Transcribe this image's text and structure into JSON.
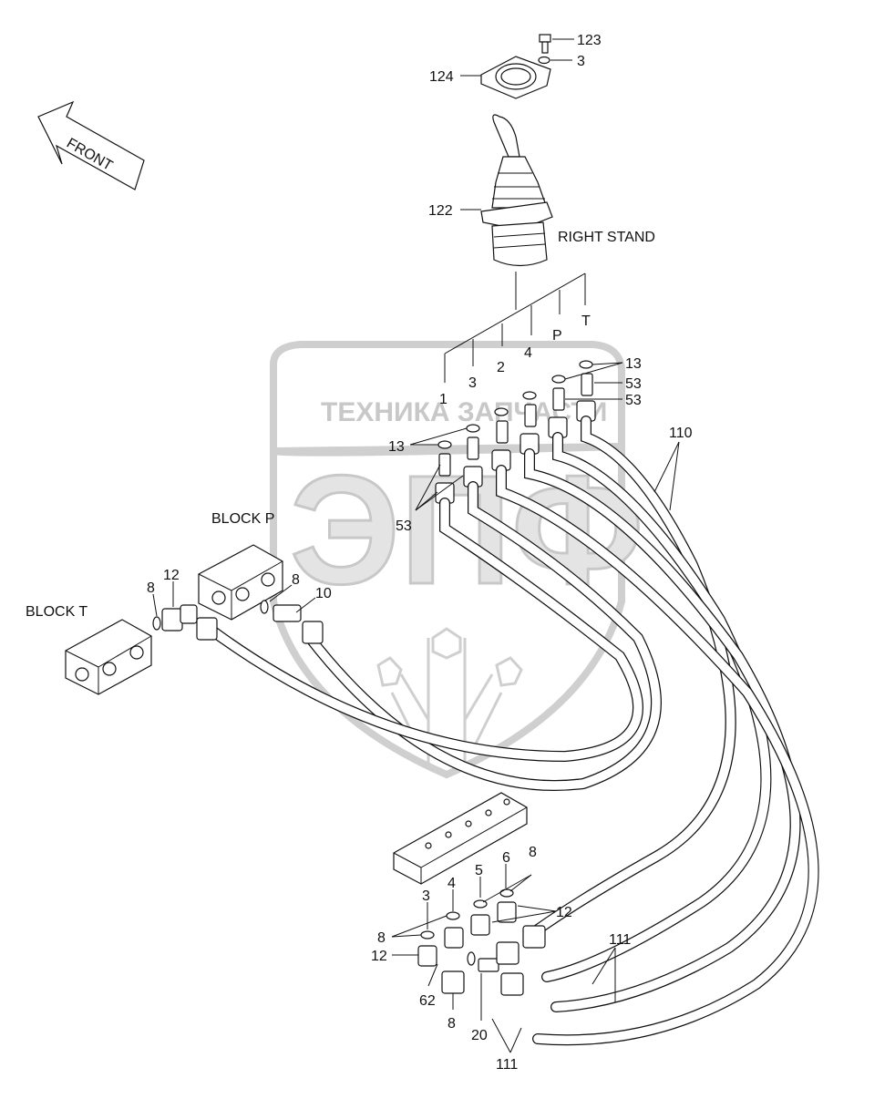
{
  "watermark": {
    "text": "ТЕХНИКА ЗАПЧАСТИ",
    "logo": "ЭПФ"
  },
  "front_arrow": {
    "text": "FRONT"
  },
  "stand_label": "RIGHT STAND",
  "block_p_label": "BLOCK P",
  "block_t_label": "BLOCK T",
  "port_labels": {
    "p1": "1",
    "p2": "2",
    "p3": "3",
    "p4": "4",
    "pP": "P",
    "pT": "T"
  },
  "port_labels_top": {
    "p3": "3",
    "p4": "4",
    "pP": "P",
    "pT": "T"
  },
  "callouts": {
    "c123": "123",
    "c3": "3",
    "c124": "124",
    "c122": "122",
    "c13a": "13",
    "c53a": "53",
    "c53b": "53",
    "c13b": "13",
    "c53c": "53",
    "c110": "110",
    "c12a": "12",
    "c8a": "8",
    "c8b": "8",
    "c10": "10",
    "c6": "6",
    "c8c": "8",
    "c5": "5",
    "c4": "4",
    "c3b": "3",
    "c12b": "12",
    "c8d": "8",
    "c12c": "12",
    "c111a": "111",
    "c62": "62",
    "c8e": "8",
    "c20": "20",
    "c111b": "111"
  }
}
